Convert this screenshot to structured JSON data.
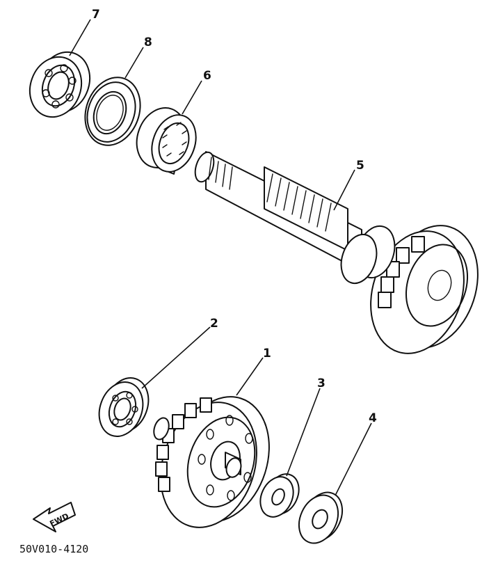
{
  "diagram": {
    "callouts": {
      "p1": "1",
      "p2": "2",
      "p3": "3",
      "p4": "4",
      "p5": "5",
      "p6": "6",
      "p7": "7",
      "p8": "8"
    },
    "fwd_label": "FWD",
    "drawing_code": "50V010-4120"
  }
}
